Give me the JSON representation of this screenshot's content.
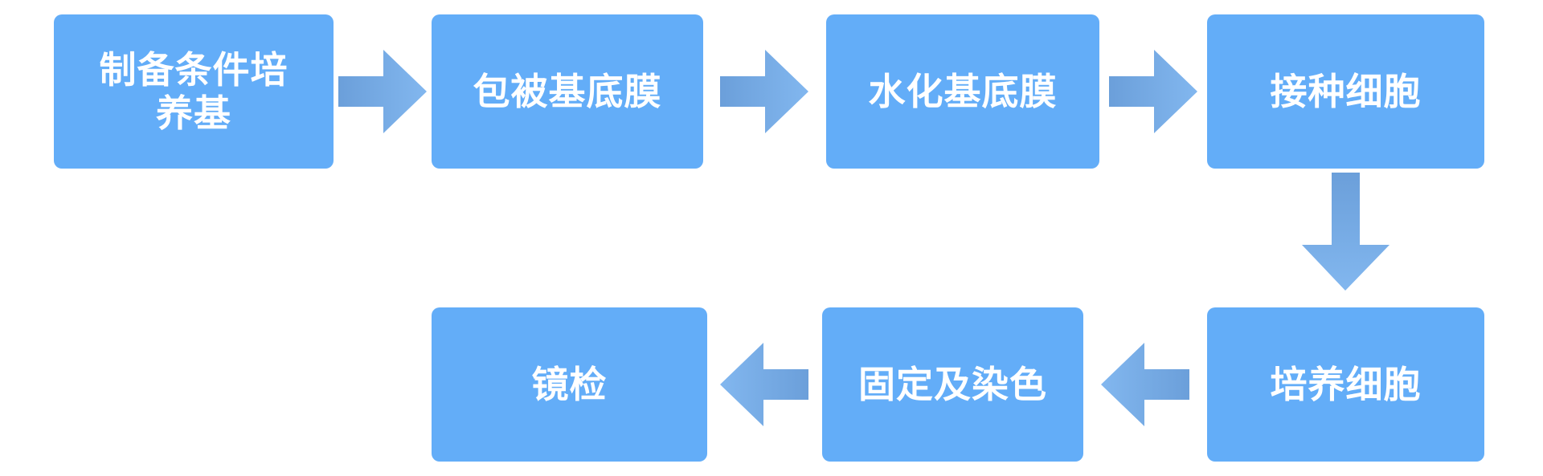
{
  "diagram": {
    "type": "flowchart",
    "description": "Cell invasion assay workflow process diagram",
    "nodes": [
      {
        "id": "prepare-conditioned-medium",
        "label": "制备条件培\n养基"
      },
      {
        "id": "coat-basement-membrane",
        "label": "包被基底膜"
      },
      {
        "id": "hydrate-basement-membrane",
        "label": "水化基底膜"
      },
      {
        "id": "seed-cells",
        "label": "接种细胞"
      },
      {
        "id": "culture-cells",
        "label": "培养细胞"
      },
      {
        "id": "fix-and-stain",
        "label": "固定及染色"
      },
      {
        "id": "microscopy",
        "label": "镜检"
      }
    ],
    "edges": [
      {
        "from": "prepare-conditioned-medium",
        "to": "coat-basement-membrane",
        "arrow": "right"
      },
      {
        "from": "coat-basement-membrane",
        "to": "hydrate-basement-membrane",
        "arrow": "right"
      },
      {
        "from": "hydrate-basement-membrane",
        "to": "seed-cells",
        "arrow": "right"
      },
      {
        "from": "seed-cells",
        "to": "culture-cells",
        "arrow": "down"
      },
      {
        "from": "culture-cells",
        "to": "fix-and-stain",
        "arrow": "left"
      },
      {
        "from": "fix-and-stain",
        "to": "microscopy",
        "arrow": "left"
      }
    ],
    "colors": {
      "node_fill": "#63ADF8",
      "node_text": "#FFFFFF",
      "arrow_gradient_tail": "#6B9FDA",
      "arrow_gradient_tip": "#82B7EF",
      "background": "#FFFFFF"
    }
  }
}
